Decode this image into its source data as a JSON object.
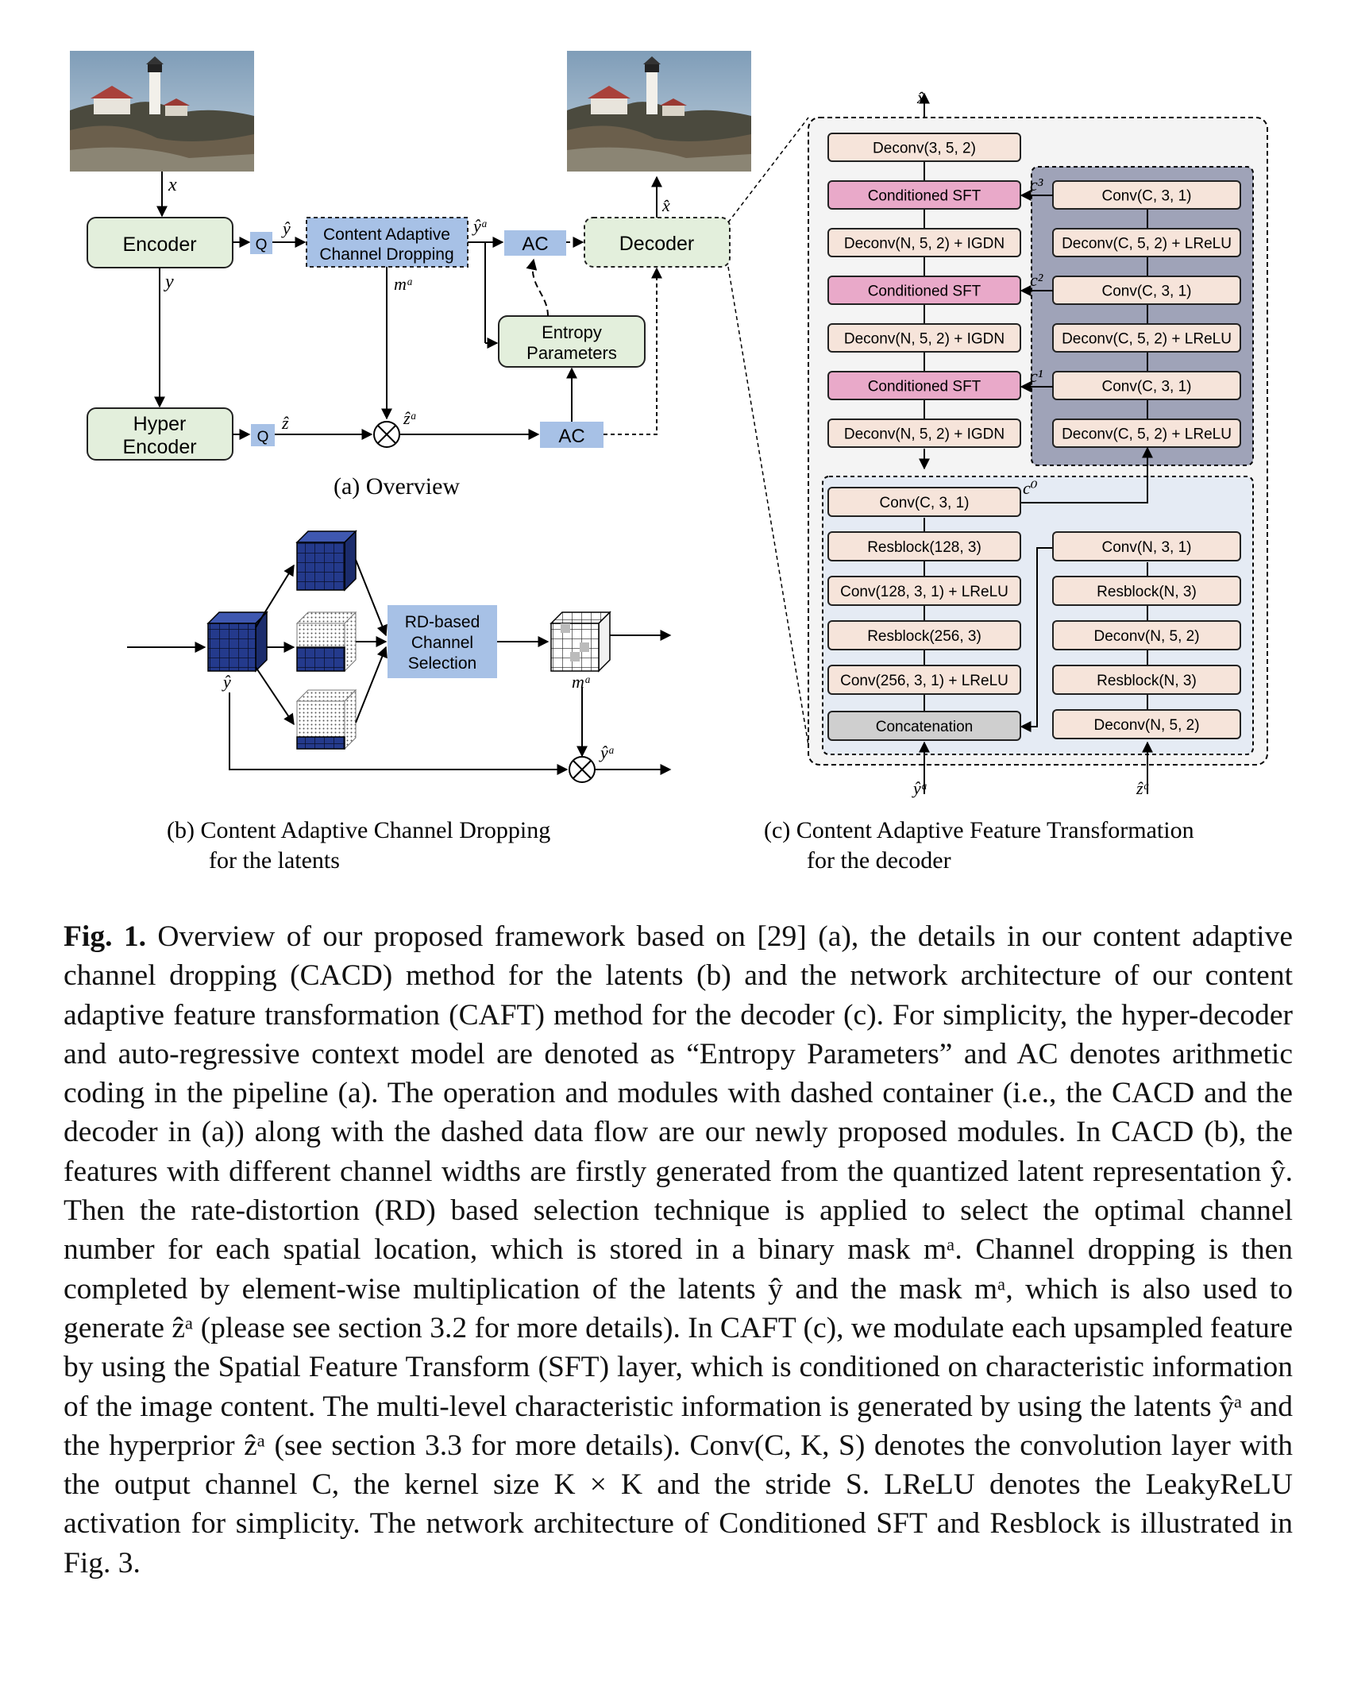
{
  "panel_a": {
    "encoder": "Encoder",
    "hyper_encoder": [
      "Hyper",
      "Encoder"
    ],
    "q": "Q",
    "cacd": [
      "Content Adaptive",
      "Channel Dropping"
    ],
    "ac": "AC",
    "decoder": "Decoder",
    "entropy": [
      "Entropy",
      "Parameters"
    ],
    "sym_x": "x",
    "sym_y": "y",
    "sym_yhat": "ŷ",
    "sym_ya": "ŷᵃ",
    "sym_ma": "mᵃ",
    "sym_zhat": "ẑ",
    "sym_za": "ẑᵃ",
    "sym_xhat": "x̂",
    "subcaption": "(a) Overview"
  },
  "panel_b": {
    "rd": [
      "RD-based",
      "Channel",
      "Selection"
    ],
    "sym_yhat": "ŷ",
    "sym_ma": "mᵃ",
    "sym_ya": "ŷᵃ",
    "subcaption": [
      "(b) Content Adaptive Channel Dropping",
      "for the latents"
    ]
  },
  "panel_c": {
    "xhat": "x̂",
    "left_col": [
      "Deconv(3, 5, 2)",
      "Conditioned SFT",
      "Deconv(N, 5, 2) + IGDN",
      "Conditioned SFT",
      "Deconv(N, 5, 2) + IGDN",
      "Conditioned SFT",
      "Deconv(N, 5, 2) + IGDN"
    ],
    "right_col": [
      "Conv(C, 3, 1)",
      "Deconv(C, 5, 2) + LReLU",
      "Conv(C, 3, 1)",
      "Deconv(C, 5, 2) + LReLU",
      "Conv(C, 3, 1)",
      "Deconv(C, 5, 2) + LReLU"
    ],
    "bottom_left": [
      "Conv(C, 3, 1)",
      "Resblock(128, 3)",
      "Conv(128, 3, 1) + LReLU",
      "Resblock(256, 3)",
      "Conv(256, 3, 1) + LReLU",
      "Concatenation"
    ],
    "bottom_right": [
      "Conv(N, 3, 1)",
      "Resblock(N, 3)",
      "Deconv(N, 5, 2)",
      "Resblock(N, 3)",
      "Deconv(N, 5, 2)"
    ],
    "c_labels": [
      "c³",
      "c²",
      "c¹",
      "c⁰"
    ],
    "in_ya": "ŷᵃ",
    "in_za": "ẑᵃ",
    "subcaption": [
      "(c) Content Adaptive Feature Transformation",
      "for the decoder"
    ]
  },
  "caption": {
    "label": "Fig. 1.",
    "text": " Overview of our proposed framework based on [29] (a), the details in our content adaptive channel dropping (CACD) method for the latents (b) and the network architecture of our content adaptive feature transformation (CAFT) method for the decoder (c). For simplicity, the hyper-decoder and auto-regressive context model are denoted as “Entropy Parameters” and AC denotes arithmetic coding in the pipeline (a). The operation and modules with dashed container (i.e., the CACD and the decoder in (a)) along with the dashed data flow are our newly proposed modules. In CACD (b), the features with different channel widths are firstly generated from the quantized latent representation ŷ. Then the rate-distortion (RD) based selection technique is applied to select the optimal channel number for each spatial location, which is stored in a binary mask mᵃ. Channel dropping is then completed by element-wise multiplication of the latents ŷ and the mask mᵃ, which is also used to generate ẑᵃ (please see section 3.2 for more details). In CAFT (c), we modulate each upsampled feature by using the Spatial Feature Transform (SFT) layer, which is conditioned on characteristic information of the image content. The multi-level characteristic information is generated by using the latents ŷᵃ and the hyperprior ẑᵃ (see section 3.3 for more details). Conv(C, K, S) denotes the convolution layer with the output channel C, the kernel size K × K and the stride S. LReLU denotes the LeakyReLU activation for simplicity. The network architecture of Conditioned SFT and Resblock is illustrated in Fig. 3."
  }
}
